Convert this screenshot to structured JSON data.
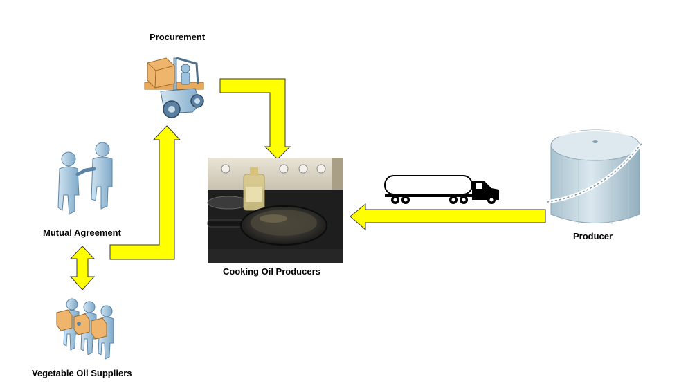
{
  "diagram": {
    "labels": {
      "procurement": "Procurement",
      "mutual_agreement": "Mutual Agreement",
      "vegetable_oil_suppliers": "Vegetable Oil Suppliers",
      "cooking_oil_producers": "Cooking Oil Producers",
      "producer": "Producer"
    },
    "icons": {
      "procurement": "forklift-icon",
      "mutual_agreement": "handshake-icon",
      "vegetable_oil_suppliers": "people-with-boxes-icon",
      "cooking_oil_producers": "frying-pan-on-stove-image",
      "producer": "storage-tank-icon",
      "transport": "tanker-truck-icon"
    },
    "colors": {
      "arrow_fill": "#ffff00",
      "arrow_stroke": "#333333",
      "figure": "#9cc3dd",
      "box": "#e8a95a",
      "tank": "#c5d9e3"
    }
  }
}
